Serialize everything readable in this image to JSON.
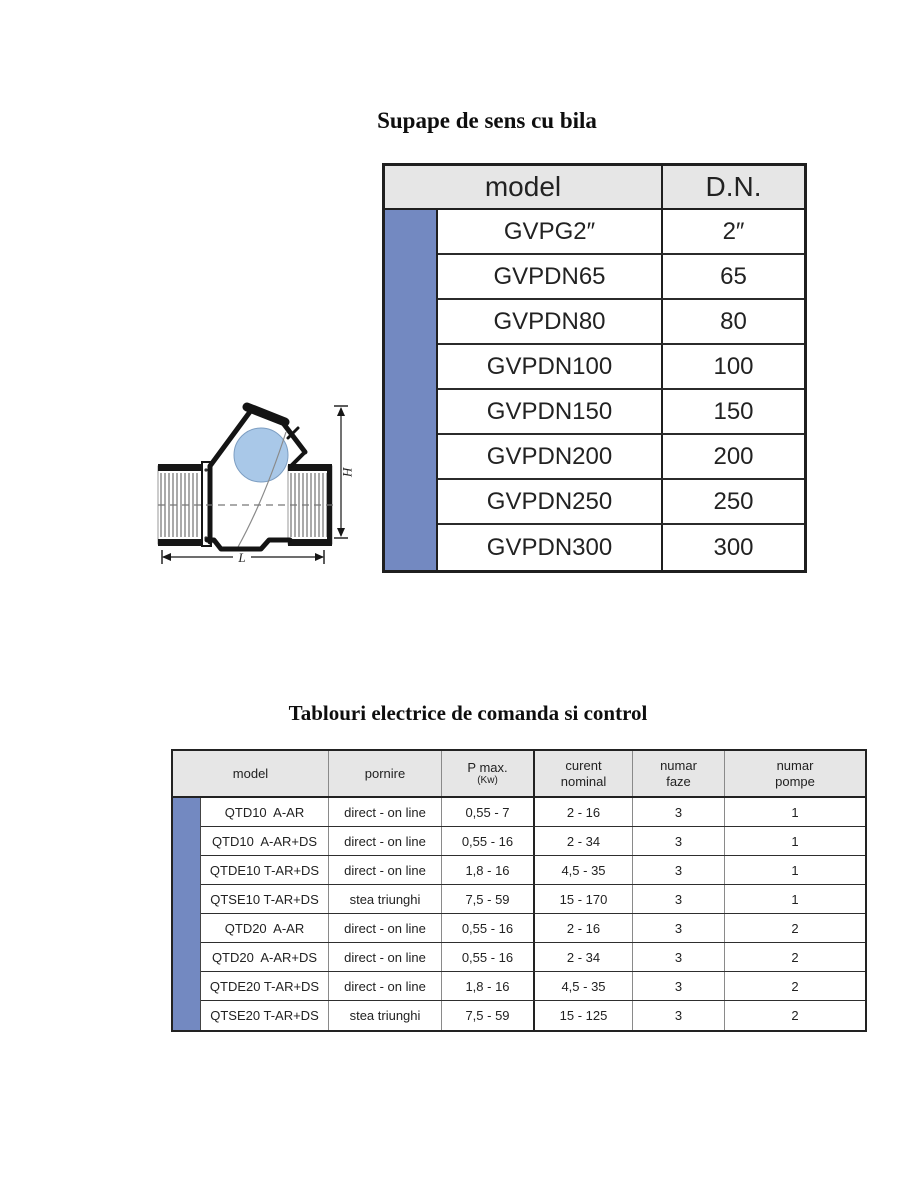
{
  "colors": {
    "accent_bar": "#7389c1",
    "ball_fill": "#a9c8e8",
    "header_bg": "#e6e6e6"
  },
  "section1": {
    "title": "Supape de sens cu bila",
    "table": {
      "headers": {
        "model": "model",
        "dn": "D.N."
      },
      "rows": [
        {
          "model": "GVPG2″",
          "dn": "2″"
        },
        {
          "model": "GVPDN65",
          "dn": "65"
        },
        {
          "model": "GVPDN80",
          "dn": "80"
        },
        {
          "model": "GVPDN100",
          "dn": "100"
        },
        {
          "model": "GVPDN150",
          "dn": "150"
        },
        {
          "model": "GVPDN200",
          "dn": "200"
        },
        {
          "model": "GVPDN250",
          "dn": "250"
        },
        {
          "model": "GVPDN300",
          "dn": "300"
        }
      ]
    },
    "drawing": {
      "height_label": "H",
      "length_label": "L"
    }
  },
  "section2": {
    "title": "Tablouri electrice de comanda si control",
    "table": {
      "headers": {
        "model": "model",
        "pornire": "pornire",
        "pmax": "P max.",
        "pmax_unit": "(Kw)",
        "curent": "curent\nnominal",
        "faze": "numar\nfaze",
        "pompe": "numar\npompe"
      },
      "rows": [
        {
          "model": "QTD10  A-AR",
          "pornire": "direct - on line",
          "pmax": "0,55 - 7",
          "curent": "2 - 16",
          "faze": "3",
          "pompe": "1"
        },
        {
          "model": "QTD10  A-AR+DS",
          "pornire": "direct - on line",
          "pmax": "0,55 - 16",
          "curent": "2 - 34",
          "faze": "3",
          "pompe": "1"
        },
        {
          "model": "QTDE10 T-AR+DS",
          "pornire": "direct - on line",
          "pmax": "1,8 - 16",
          "curent": "4,5 - 35",
          "faze": "3",
          "pompe": "1"
        },
        {
          "model": "QTSE10 T-AR+DS",
          "pornire": "stea triunghi",
          "pmax": "7,5 - 59",
          "curent": "15 - 170",
          "faze": "3",
          "pompe": "1"
        },
        {
          "model": "QTD20  A-AR",
          "pornire": "direct - on line",
          "pmax": "0,55 - 16",
          "curent": "2 - 16",
          "faze": "3",
          "pompe": "2"
        },
        {
          "model": "QTD20  A-AR+DS",
          "pornire": "direct - on line",
          "pmax": "0,55 - 16",
          "curent": "2 - 34",
          "faze": "3",
          "pompe": "2"
        },
        {
          "model": "QTDE20 T-AR+DS",
          "pornire": "direct - on line",
          "pmax": "1,8 - 16",
          "curent": "4,5 - 35",
          "faze": "3",
          "pompe": "2"
        },
        {
          "model": "QTSE20 T-AR+DS",
          "pornire": "stea triunghi",
          "pmax": "7,5 - 59",
          "curent": "15 - 125",
          "faze": "3",
          "pompe": "2"
        }
      ]
    }
  }
}
